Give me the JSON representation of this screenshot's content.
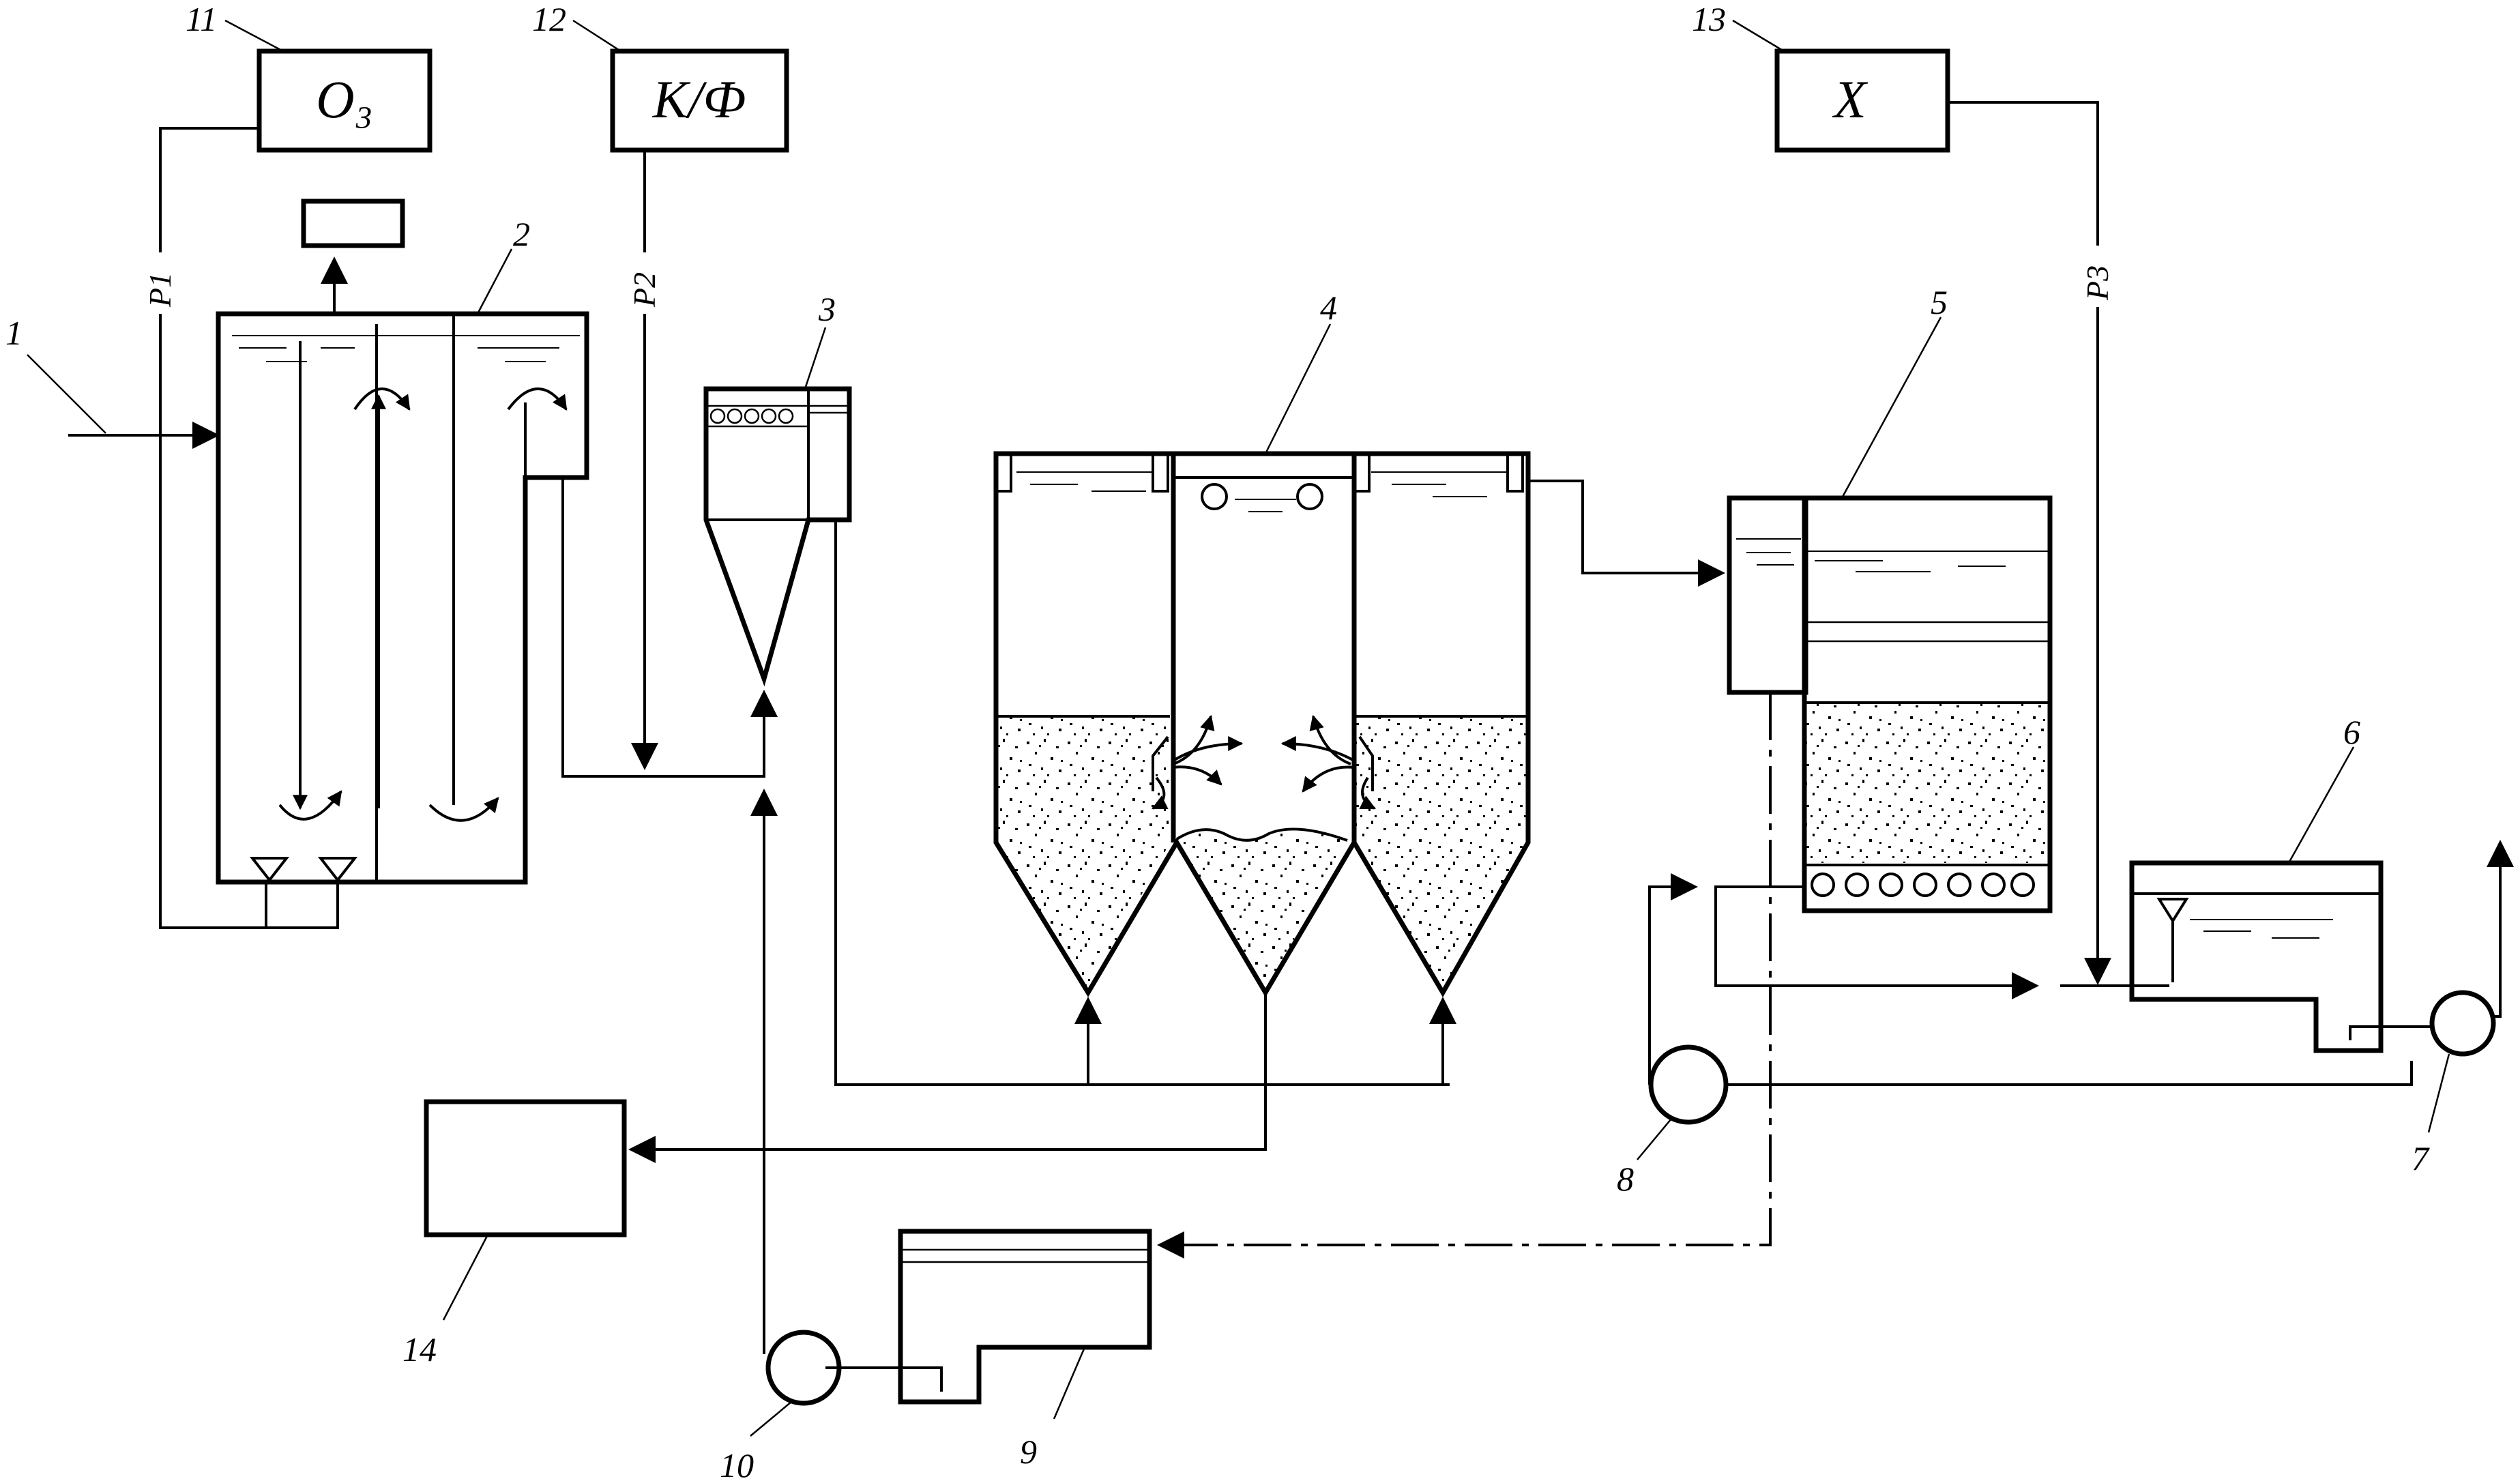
{
  "boxes": {
    "ozone": "O₃",
    "coagulant_flocculant": "К/Ф",
    "chlorine": "Х"
  },
  "line_labels": {
    "p1": "P1",
    "p2": "P2",
    "p3": "P3"
  },
  "numbers": {
    "n1": "1",
    "n2": "2",
    "n3": "3",
    "n4": "4",
    "n5": "5",
    "n6": "6",
    "n7": "7",
    "n8": "8",
    "n9": "9",
    "n10": "10",
    "n11": "11",
    "n12": "12",
    "n13": "13",
    "n14": "14"
  }
}
